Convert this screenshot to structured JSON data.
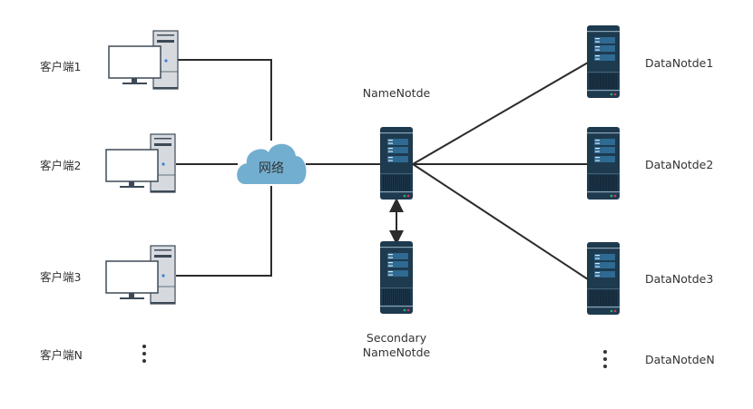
{
  "diagram": {
    "title": "",
    "colors": {
      "line": "#2b2b2b",
      "server_body": "#1e3a4f",
      "server_slot": "#2f6a92",
      "server_slot_light": "#d9e6ef",
      "cloud": "#72aecf",
      "pc_case": "#d6dadf",
      "pc_outline": "#3d4a56",
      "led_green": "#2fb36f",
      "led_red": "#d9385e",
      "pc_led": "#3b7fe0"
    },
    "clients": [
      {
        "id": "client-1",
        "label": "客户端1"
      },
      {
        "id": "client-2",
        "label": "客户端2"
      },
      {
        "id": "client-3",
        "label": "客户端3"
      },
      {
        "id": "client-n",
        "label": "客户端N"
      }
    ],
    "network": {
      "label": "网络",
      "icon": "cloud-icon"
    },
    "namenode": {
      "label": "NameNotde",
      "icon": "server-icon"
    },
    "secondary_namenode": {
      "label_line1": "Secondary",
      "label_line2": "NameNotde",
      "icon": "server-icon"
    },
    "datanodes": [
      {
        "id": "datanode-1",
        "label": "DataNotde1"
      },
      {
        "id": "datanode-2",
        "label": "DataNotde2"
      },
      {
        "id": "datanode-3",
        "label": "DataNotde3"
      },
      {
        "id": "datanode-n",
        "label": "DataNotdeN"
      }
    ],
    "ellipsis_icon": "vertical-ellipsis-icon",
    "edges": [
      {
        "from": "client-1",
        "to": "network"
      },
      {
        "from": "client-2",
        "to": "network"
      },
      {
        "from": "client-3",
        "to": "network"
      },
      {
        "from": "network",
        "to": "namenode"
      },
      {
        "from": "namenode",
        "to": "secondary-namenode",
        "style": "bidirectional-arrow"
      },
      {
        "from": "namenode",
        "to": "datanode-1"
      },
      {
        "from": "namenode",
        "to": "datanode-2"
      },
      {
        "from": "namenode",
        "to": "datanode-3"
      }
    ]
  }
}
